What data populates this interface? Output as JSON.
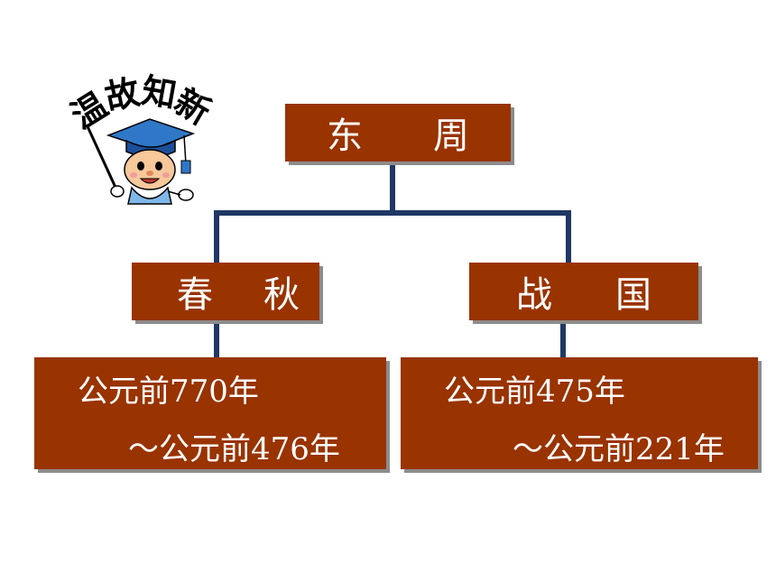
{
  "logo": {
    "chars": [
      "温",
      "故",
      "知",
      "新"
    ],
    "icon": "graduate-mascot-icon"
  },
  "root": {
    "char1": "东",
    "char2": "周"
  },
  "left": {
    "char1": "春",
    "char2": "秋",
    "date_line1": "公元前770年",
    "date_line2": "～公元前476年"
  },
  "right": {
    "char1": "战",
    "char2": "国",
    "date_line1": "公元前475年",
    "date_line2": "～公元前221年"
  },
  "colors": {
    "box": "#993300",
    "connector": "#1f3864",
    "text": "#ffffff"
  }
}
